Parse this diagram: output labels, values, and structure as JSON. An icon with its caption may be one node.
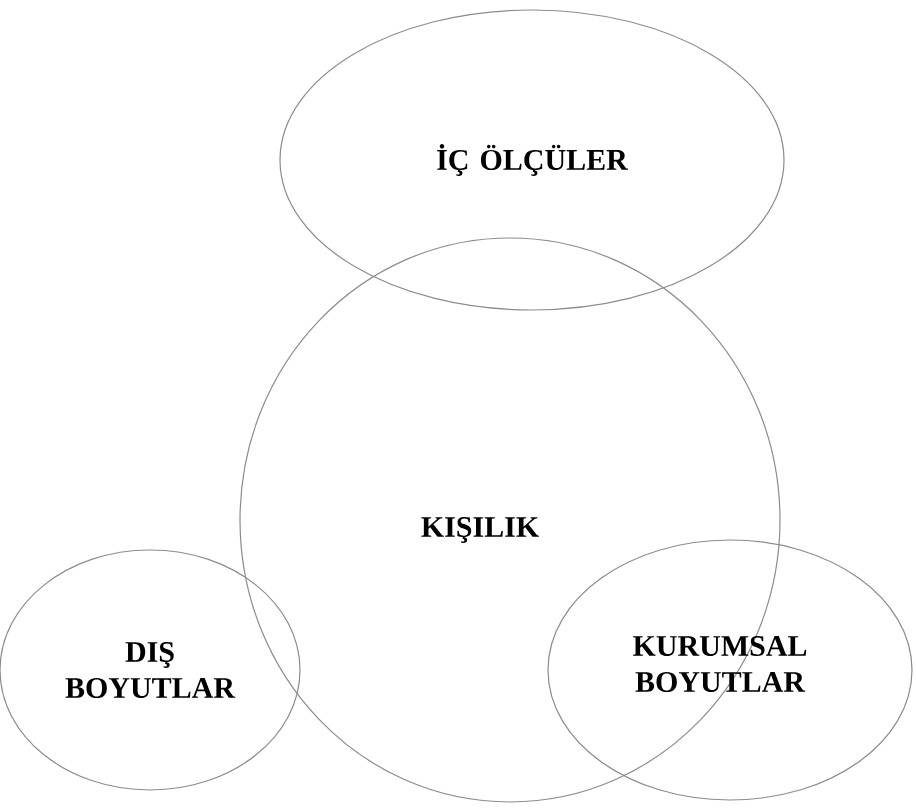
{
  "diagram": {
    "nodes": [
      {
        "text": [
          "İÇ ÖLÇÜLER"
        ]
      },
      {
        "text": [
          "KIŞILIK"
        ]
      },
      {
        "text": [
          "DIŞ BOYUTLAR"
        ]
      },
      {
        "text": [
          "KURUMSAL BOYUTLAR"
        ]
      }
    ]
  }
}
